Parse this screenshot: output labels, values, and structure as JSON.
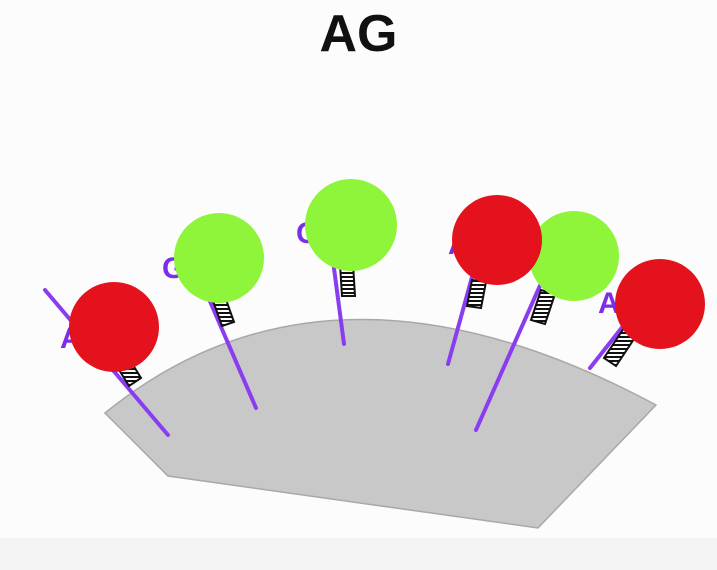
{
  "title": "AG",
  "colors": {
    "background": "#fcfcfc",
    "title": "#111111",
    "surface": "#c8c8c8",
    "surface_edge": "#a8a8a8",
    "strand": "#8a3df0",
    "letter": "#7a2ee6",
    "bead_red": "#e3121c",
    "bead_green": "#8ff53a",
    "linker": "#111111"
  },
  "letters": {
    "l1": "A",
    "l2": "G",
    "l3": "G",
    "l4": "A",
    "l5": "A"
  }
}
